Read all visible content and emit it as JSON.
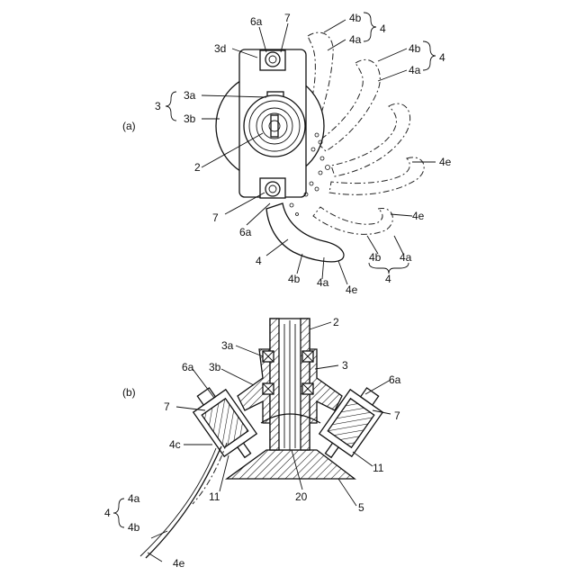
{
  "panels": [
    {
      "id": "a",
      "label": "(a)"
    },
    {
      "id": "b",
      "label": "(b)"
    }
  ],
  "labels_a": {
    "l6a_top": "6a",
    "l7_top": "7",
    "l3d": "3d",
    "l4b_1": "4b",
    "l4a_1": "4a",
    "l4_1": "4",
    "l4b_2": "4b",
    "l4a_2": "4a",
    "l4_2": "4",
    "l3a": "3a",
    "l3": "3",
    "l3b": "3b",
    "l2": "2",
    "l4e_r": "4e",
    "l7_bot": "7",
    "l6a_bot": "6a",
    "l4e_m": "4e",
    "l4_bl": "4",
    "l4b_bot": "4b",
    "l4a_bot": "4a",
    "l4e_bot": "4e",
    "l4b_br": "4b",
    "l4a_br": "4a",
    "l4_br": "4"
  },
  "labels_b": {
    "l2": "2",
    "l3a": "3a",
    "l3": "3",
    "l6a_l": "6a",
    "l3b": "3b",
    "l6a_r": "6a",
    "l7_l": "7",
    "l7_r": "7",
    "l4c": "4c",
    "l11_r": "11",
    "l11_l": "11",
    "l20": "20",
    "l5": "5",
    "l4": "4",
    "l4a": "4a",
    "l4b": "4b",
    "l4e": "4e"
  }
}
